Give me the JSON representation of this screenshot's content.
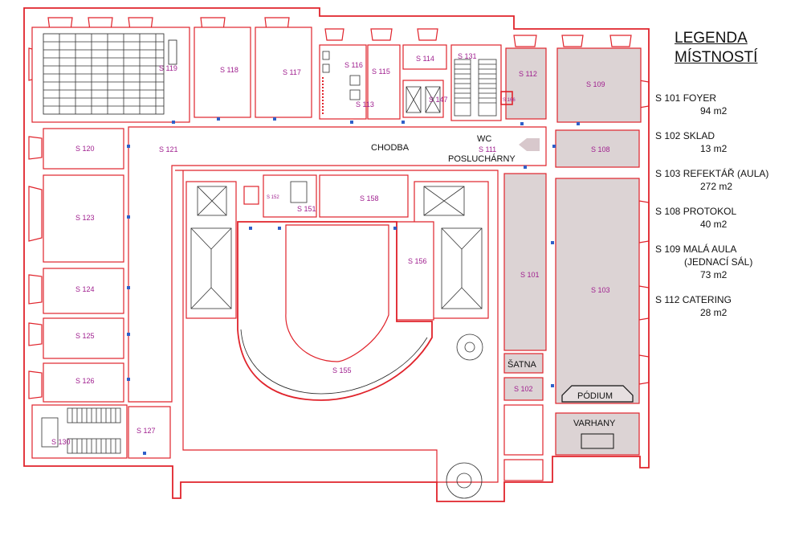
{
  "legend": {
    "title_line1": "LEGENDA",
    "title_line2": "MÍSTNOSTÍ",
    "items": [
      {
        "name": "S 101 FOYER",
        "sub": "",
        "area": "94 m2"
      },
      {
        "name": "S 102 SKLAD",
        "sub": "",
        "area": "13 m2"
      },
      {
        "name": "S 103 REFEKTÁŘ (AULA)",
        "sub": "",
        "area": "272 m2"
      },
      {
        "name": "S 108 PROTOKOL",
        "sub": "",
        "area": "40 m2"
      },
      {
        "name": "S 109 MALÁ AULA",
        "sub": "(JEDNACÍ SÁL)",
        "area": "73 m2"
      },
      {
        "name": "S 112 CATERING",
        "sub": "",
        "area": "28 m2"
      }
    ]
  },
  "rooms": {
    "s101": "S 101",
    "s102": "S 102",
    "s103": "S 103",
    "s108": "S 108",
    "s109": "S 109",
    "s111": "S 111",
    "s112": "S 112",
    "s113": "S 113",
    "s114": "S 114",
    "s115": "S 115",
    "s116": "S 116",
    "s117": "S 117",
    "s118": "S 118",
    "s119": "S 119",
    "s120": "S 120",
    "s121": "S 121",
    "s123": "S 123",
    "s124": "S 124",
    "s125": "S 125",
    "s126": "S 126",
    "s127": "S 127",
    "s130": "S 130",
    "s131": "S 131",
    "s147": "S 147",
    "s151": "S 151",
    "s152": "S 152",
    "s155": "S 155",
    "s156": "S 156",
    "s158": "S 158",
    "s166": "S 166"
  },
  "labels": {
    "chodba": "CHODBA",
    "wc": "WC",
    "posluchar": "POSLUCHÁRNY",
    "satna": "ŠATNA",
    "podium": "PÓDIUM",
    "varhany": "VARHANY"
  },
  "colors": {
    "walls": "#e0232b",
    "highlight": "#dcd3d4",
    "room_labels": "#a0208f",
    "doors": "#2f5fc9"
  }
}
